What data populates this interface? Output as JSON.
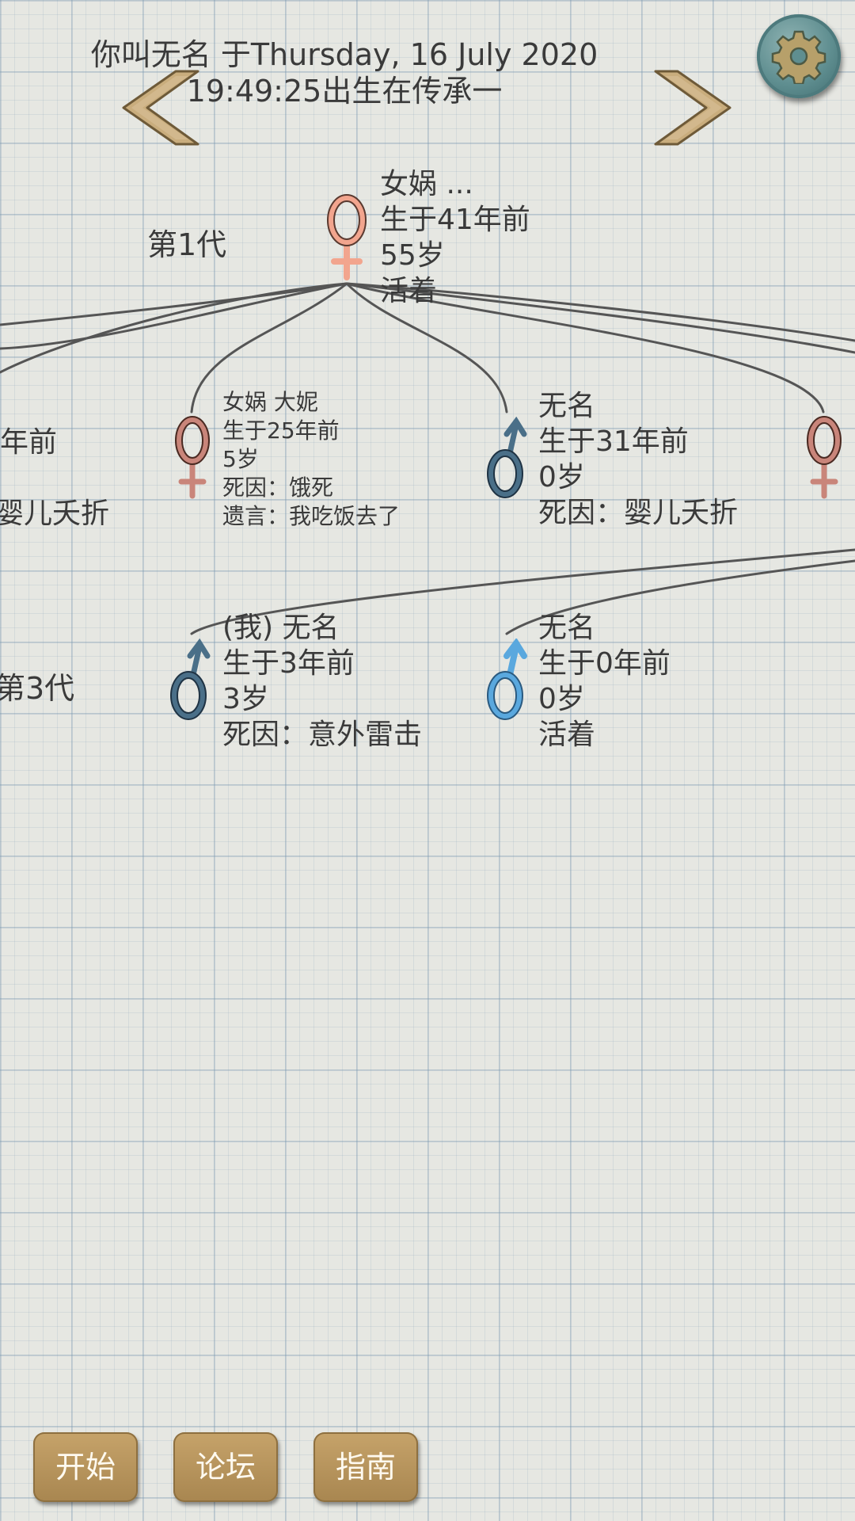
{
  "header": {
    "line1": "你叫无名 于Thursday, 16 July 2020",
    "line2": "19:49:25出生在传承一"
  },
  "colors": {
    "female_root": "#f2a58e",
    "female": "#c9857a",
    "male_dark": "#4a6f88",
    "male_light": "#5aa8de",
    "button_bg": "#b8945d",
    "gear_bg": "#5f8e90"
  },
  "generations": {
    "gen1": "第1代",
    "gen3": "第3代"
  },
  "root": {
    "name": "女娲 ...",
    "born": "生于41年前",
    "age": "55岁",
    "status": "活着"
  },
  "left_partial": {
    "born": "年前",
    "cause": "婴儿夭折"
  },
  "gen2_daughter": {
    "name": "女娲 大妮",
    "born": "生于25年前",
    "age": "5岁",
    "cause": "死因：饿死",
    "last_words": "遗言：我吃饭去了"
  },
  "gen2_son": {
    "name": "无名",
    "born": "生于31年前",
    "age": "0岁",
    "cause": "死因：婴儿夭折"
  },
  "gen3_me": {
    "name": "(我) 无名",
    "born": "生于3年前",
    "age": "3岁",
    "cause": "死因：意外雷击"
  },
  "gen3_son": {
    "name": "无名",
    "born": "生于0年前",
    "age": "0岁",
    "status": "活着"
  },
  "buttons": {
    "start": "开始",
    "forum": "论坛",
    "guide": "指南"
  },
  "icons": {
    "prev": "chevron-left-icon",
    "next": "chevron-right-icon",
    "settings": "gear-icon",
    "female": "female-symbol-icon",
    "male": "male-symbol-icon"
  }
}
